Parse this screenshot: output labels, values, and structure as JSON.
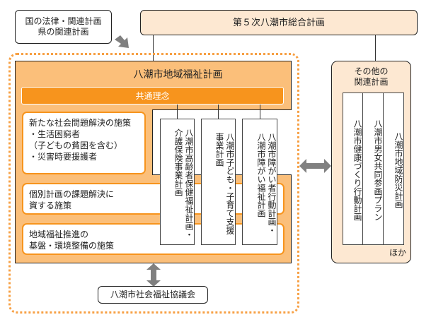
{
  "national_plans": "国の法律・関連計画\n県の関連計画",
  "comprehensive_plan": "第５次八潮市総合計画",
  "welfare_plan": {
    "title": "八潮市地域福祉計画",
    "common_principle": "共通理念",
    "rows": [
      "新たな社会問題解決の施策\n・生活困窮者\n（子どもの貧困を含む）\n・災害時要援護者",
      "個別計画の課題解決に\n資する施策",
      "地域福祉推進の\n基盤・環境整備の施策"
    ],
    "individual_plans": [
      "八潮市高齢者保健福祉計画・\n介護保険事業計画",
      "八潮市子ども・子育て支援\n事業計画",
      "八潮市障がい者行動計画・\n八潮市障がい福祉計画"
    ]
  },
  "social_welfare_council": "八潮市社会福祉協議会",
  "other_plans": {
    "title": "その他の\n関連計画",
    "items": [
      "八潮市健康づくり行動計画",
      "八潮市男女共同参画プラン",
      "八潮市地域防災計画"
    ],
    "etc": "ほか"
  },
  "colors": {
    "orange_fill": "#fbbf7a",
    "orange_accent": "#f7941d",
    "cream": "#fde8d2",
    "arrow": "#808080"
  }
}
